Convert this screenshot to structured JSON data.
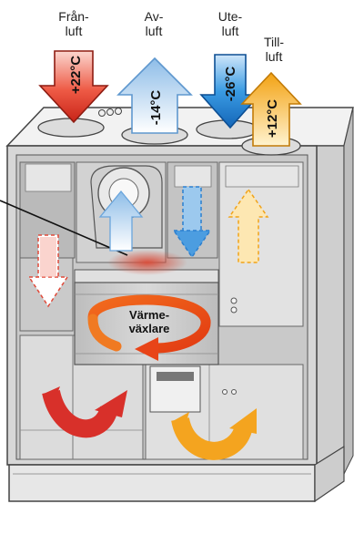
{
  "labels": {
    "franluft_l1": "Från-",
    "franluft_l2": "luft",
    "avluft_l1": "Av-",
    "avluft_l2": "luft",
    "uteluft_l1": "Ute-",
    "uteluft_l2": "luft",
    "tilluft_l1": "Till-",
    "tilluft_l2": "luft"
  },
  "temps": {
    "franluft": "+22°C",
    "avluft": "-14°C",
    "uteluft": "-26°C",
    "tilluft": "+12°C"
  },
  "exchanger": {
    "line1": "Värme-",
    "line2": "växlare"
  },
  "colors": {
    "warm_red": "#e03a2a",
    "cold_light_blue": "#a9cdee",
    "cold_blue": "#1c86d8",
    "warm_orange": "#f6a91f",
    "unit_gray": "#dedede",
    "outline": "#333333"
  }
}
